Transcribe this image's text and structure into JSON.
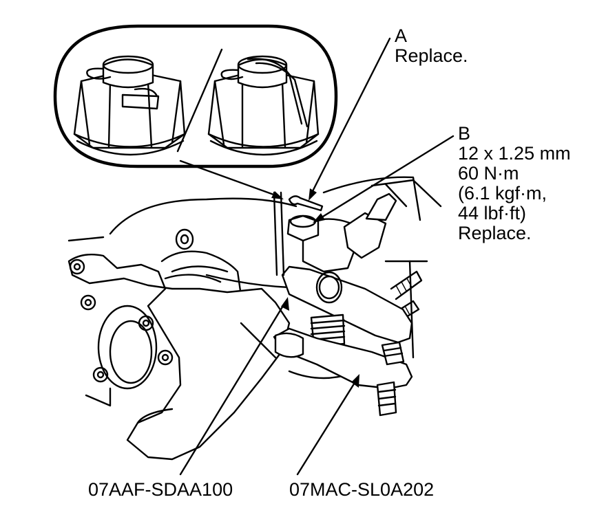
{
  "callouts": {
    "a": {
      "letter": "A",
      "note": "Replace."
    },
    "b": {
      "letter": "B",
      "size": "12 x 1.25 mm",
      "torque_nm": "60 N·m",
      "torque_kgf": "(6.1 kgf·m,",
      "torque_lbf": "44 lbf·ft)",
      "note": "Replace."
    }
  },
  "tools": {
    "tool1": "07AAF-SDAA100",
    "tool2": "07MAC-SL0A202"
  }
}
